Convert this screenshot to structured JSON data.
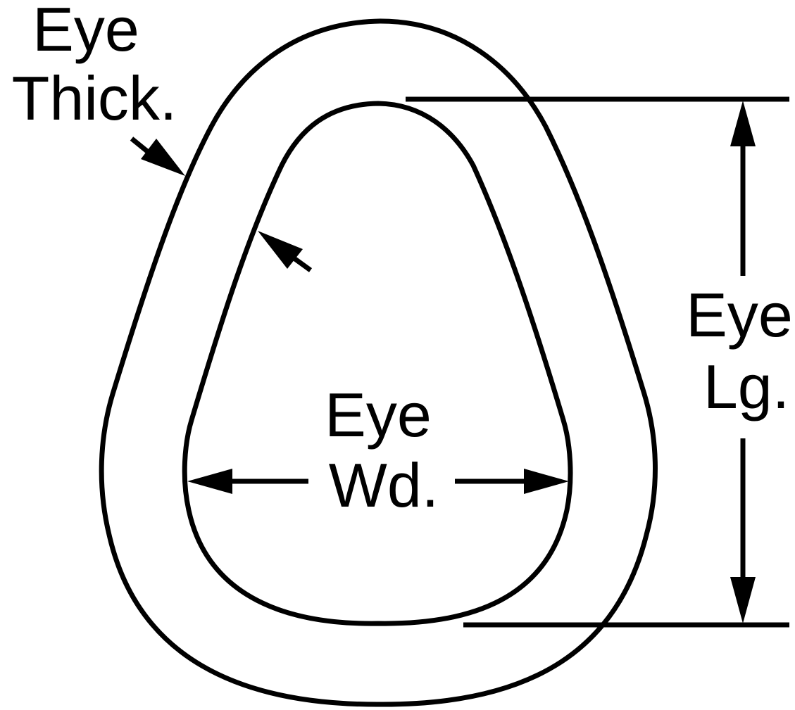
{
  "labels": {
    "eye_thick_line1": "Eye",
    "eye_thick_line2": "Thick.",
    "eye_wd_line1": "Eye",
    "eye_wd_line2": "Wd.",
    "eye_lg_line1": "Eye",
    "eye_lg_line2": "Lg."
  },
  "colors": {
    "ink": "#000000",
    "background": "#ffffff"
  }
}
